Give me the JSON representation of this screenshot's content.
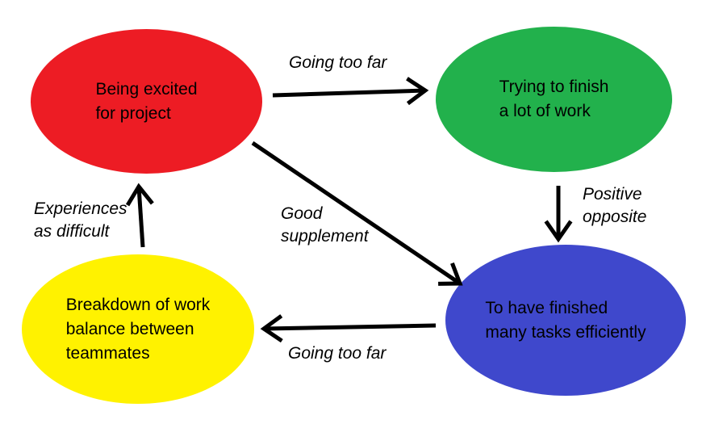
{
  "diagram": {
    "background_color": "#ffffff",
    "text_color": "#000000",
    "arrow_color": "#000000",
    "nodes": {
      "excited": {
        "color": "#ed1c24",
        "lines": [
          "Being excited",
          "for project"
        ]
      },
      "trying": {
        "color": "#22b14c",
        "lines": [
          "Trying to finish",
          "a lot of work"
        ]
      },
      "finished": {
        "color": "#3f48cc",
        "lines": [
          "To have finished",
          "many tasks efficiently"
        ]
      },
      "breakdown": {
        "color": "#fff200",
        "lines": [
          "Breakdown of work",
          "balance between",
          "teammates"
        ]
      }
    },
    "edge_labels": {
      "excited_to_trying": {
        "lines": [
          "Going too far"
        ]
      },
      "trying_to_finished": {
        "lines": [
          "Positive",
          "opposite"
        ]
      },
      "excited_to_finished": {
        "lines": [
          "Good",
          "supplement"
        ]
      },
      "finished_to_breakdown": {
        "lines": [
          "Going too far"
        ]
      },
      "breakdown_to_excited": {
        "lines": [
          "Experiences",
          "as difficult"
        ]
      }
    }
  }
}
